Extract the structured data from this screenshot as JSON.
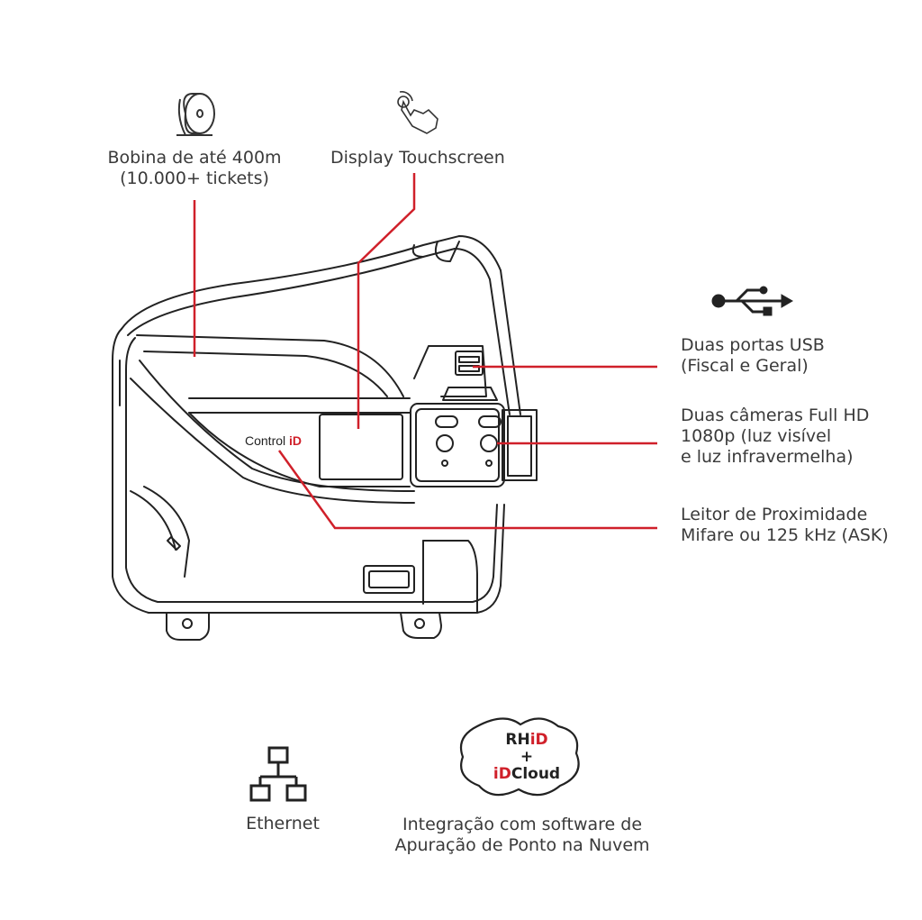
{
  "labels": {
    "bobina_line1": "Bobina de até 400m",
    "bobina_line2": "(10.000+ tickets)",
    "display": "Display Touchscreen",
    "usb_line1": "Duas portas USB",
    "usb_line2": "(Fiscal e Geral)",
    "camera_line1": "Duas câmeras Full HD",
    "camera_line2": "1080p (luz visível",
    "camera_line3": "e luz infravermelha)",
    "leitor_line1": "Leitor de Proximidade",
    "leitor_line2": "Mifare ou 125 kHz (ASK)",
    "ethernet": "Ethernet",
    "integ_line1": "Integração com software de",
    "integ_line2": "Apuração de Ponto na Nuvem"
  },
  "brand": {
    "control": "Control ",
    "id": "iD"
  },
  "cloud": {
    "rh": "RH",
    "rh_id": "iD",
    "plus": "+",
    "id": "iD",
    "cloud": "Cloud"
  },
  "colors": {
    "accent": "#d0202a",
    "line": "#222222",
    "text": "#3a3a3a"
  },
  "icons": [
    "paper-roll-icon",
    "touch-hand-icon",
    "usb-icon",
    "ethernet-network-icon",
    "cloud-icon"
  ]
}
